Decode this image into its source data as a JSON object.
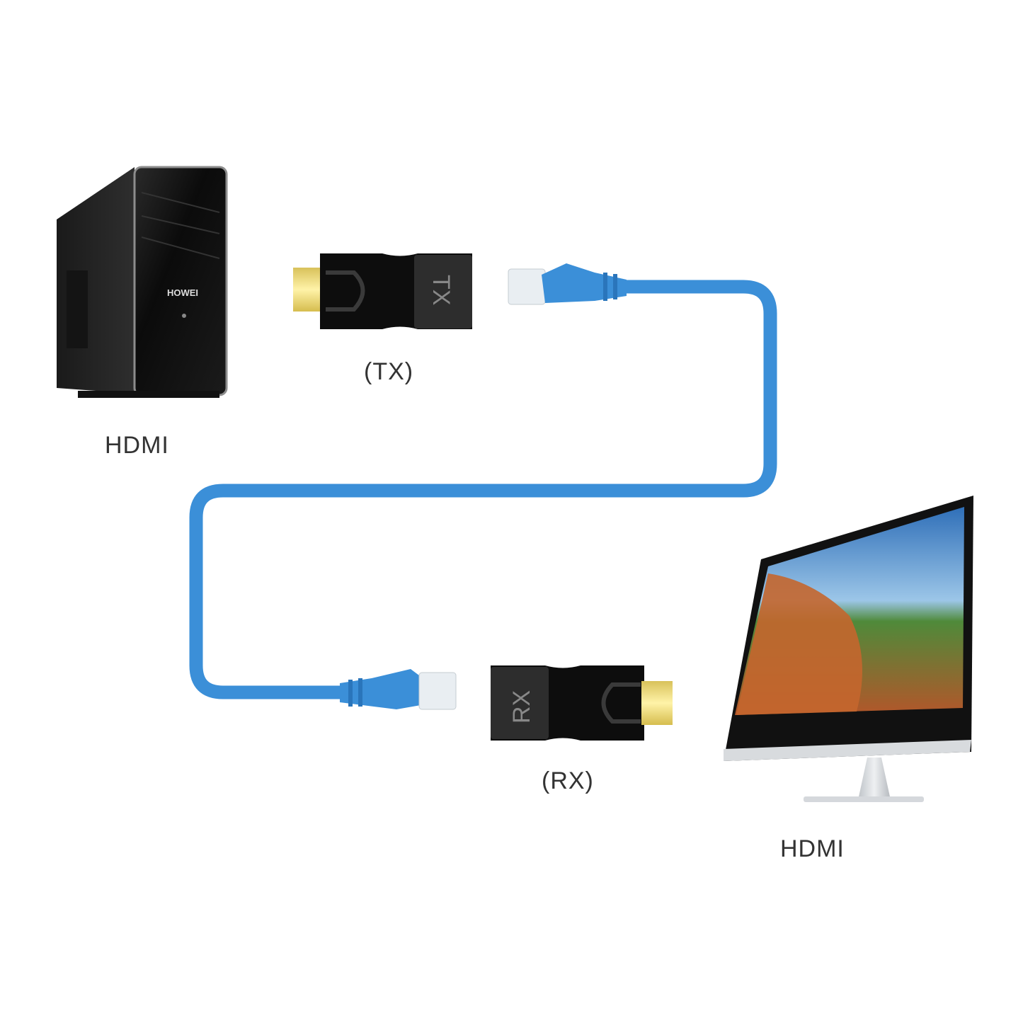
{
  "diagram": {
    "source": {
      "label": "HDMI",
      "device": "pc-tower",
      "logo_text": "HOWEI"
    },
    "transmitter": {
      "label": "(TX)",
      "badge": "TX"
    },
    "receiver": {
      "label": "(RX)",
      "badge": "RX"
    },
    "display": {
      "label": "HDMI",
      "device": "monitor"
    },
    "colors": {
      "cable": "#3b8fd8",
      "adapter": "#111111",
      "hdmi_plug": "#f2dc7a",
      "background": "#ffffff"
    }
  }
}
